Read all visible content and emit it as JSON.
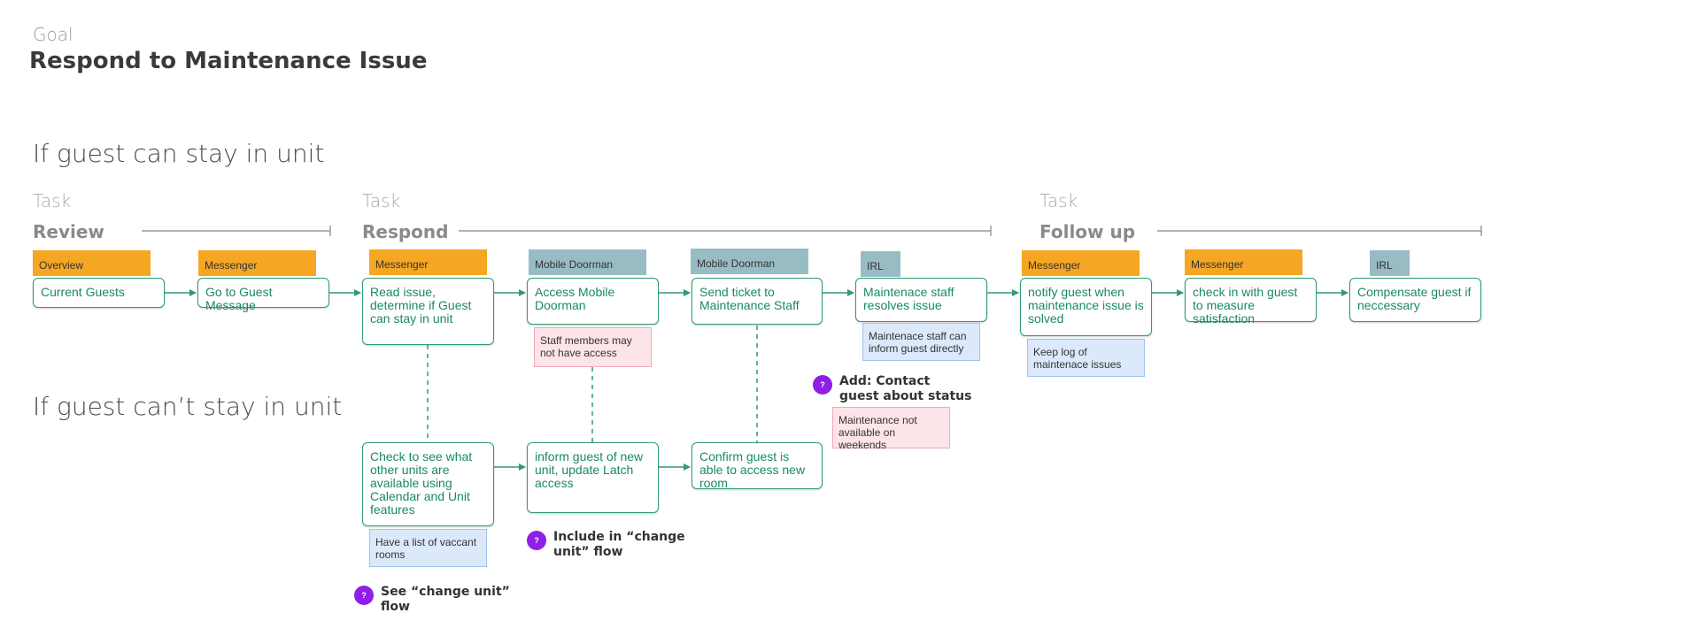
{
  "goal": {
    "label": "Goal",
    "title": "Respond to Maintenance Issue"
  },
  "sections": {
    "can_stay": "If guest can stay in unit",
    "cant_stay": "If guest can’t stay in unit"
  },
  "tasks": [
    {
      "label": "Task",
      "name": "Review"
    },
    {
      "label": "Task",
      "name": "Respond"
    },
    {
      "label": "Task",
      "name": "Follow up"
    }
  ],
  "steps": [
    {
      "tag": "Overview",
      "tag_color": "#f5a623",
      "text": "Current Guests"
    },
    {
      "tag": "Messenger",
      "tag_color": "#f5a623",
      "text": "Go to Guest Message"
    },
    {
      "tag": "Messenger",
      "tag_color": "#f5a623",
      "text": "Read issue, determine if Guest can stay in unit"
    },
    {
      "tag": "Mobile Doorman",
      "tag_color": "#98bcc4",
      "text": "Access Mobile Doorman"
    },
    {
      "tag": "Mobile Doorman",
      "tag_color": "#98bcc4",
      "text": "Send ticket to Maintenance Staff"
    },
    {
      "tag": "IRL",
      "tag_color": "#98bcc4",
      "text": "Maintenace staff resolves issue"
    },
    {
      "tag": "Messenger",
      "tag_color": "#f5a623",
      "text": "notify guest when maintenance issue is solved"
    },
    {
      "tag": "Messenger",
      "tag_color": "#f5a623",
      "text": "check in with guest to measure satisfaction"
    },
    {
      "tag": "IRL",
      "tag_color": "#98bcc4",
      "text": "Compensate guest if neccessary"
    }
  ],
  "alt_steps": [
    {
      "text": "Check to see what other units are available using Calendar and Unit features"
    },
    {
      "text": "inform guest of new unit, update Latch access"
    },
    {
      "text": "Confirm guest is able to access new room"
    }
  ],
  "notes": {
    "staff_access": "Staff members may not have access",
    "staff_inform": "Maintenace staff can inform guest directly",
    "keep_log": "Keep log of maintenace issues",
    "weekends": "Maintenance not available on weekends",
    "vacant_rooms": "Have a list of vaccant rooms"
  },
  "questions": {
    "icon": "?",
    "contact_guest": "Add: Contact guest about status",
    "include_change": "Include in “change unit” flow",
    "see_change": "See “change unit” flow"
  },
  "colors": {
    "step_border": "#2e9b73",
    "step_text": "#1a8a5f",
    "tag_orange": "#f5a623",
    "tag_teal": "#98bcc4",
    "note_pink": "#fde4e8",
    "note_blue": "#dbe9fb",
    "question_purple": "#8e1ee8"
  }
}
